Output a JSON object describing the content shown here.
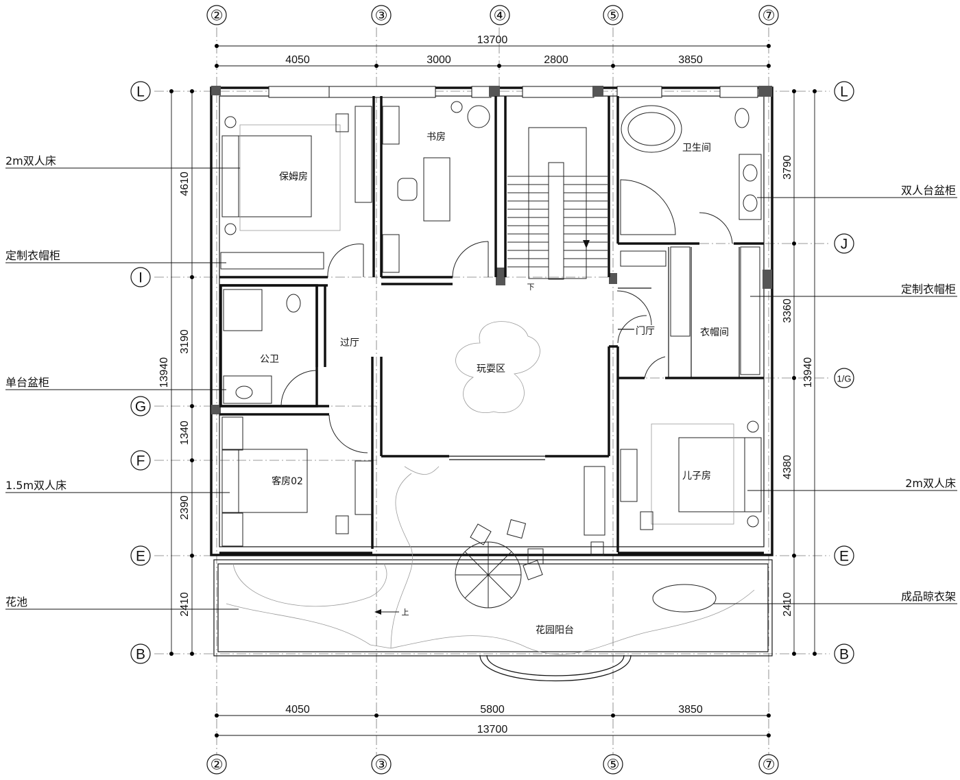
{
  "grid": {
    "cols": [
      "②",
      "③",
      "④",
      "⑤",
      "⑦"
    ],
    "rows": [
      "L",
      "J",
      "I",
      "1/G",
      "G",
      "F",
      "E",
      "B"
    ]
  },
  "dims": {
    "top_total": "13700",
    "top_segments": [
      "4050",
      "3000",
      "2800",
      "3850"
    ],
    "bottom_total": "13700",
    "bottom_segments": [
      "4050",
      "5800",
      "3850"
    ],
    "left_total": "13940",
    "left_segments": [
      "4610",
      "3190",
      "1340",
      "2390",
      "2410"
    ],
    "right_total": "13940",
    "right_segments": [
      "3790",
      "3360",
      "4380",
      "2410"
    ]
  },
  "rooms": {
    "nanny": "保姆房",
    "study": "书房",
    "bath": "卫生间",
    "hall": "过厅",
    "public_wc": "公卫",
    "play": "玩耍区",
    "foyer": "门厅",
    "closet": "衣帽间",
    "guest": "客房02",
    "son": "儿子房",
    "garden": "花园阳台",
    "down": "下",
    "up": "上"
  },
  "annotations": {
    "left": [
      "2m双人床",
      "定制衣帽柜",
      "单台盆柜",
      "1.5m双人床",
      "花池"
    ],
    "right": [
      "双人台盆柜",
      "定制衣帽柜",
      "2m双人床",
      "成品晾衣架"
    ]
  }
}
